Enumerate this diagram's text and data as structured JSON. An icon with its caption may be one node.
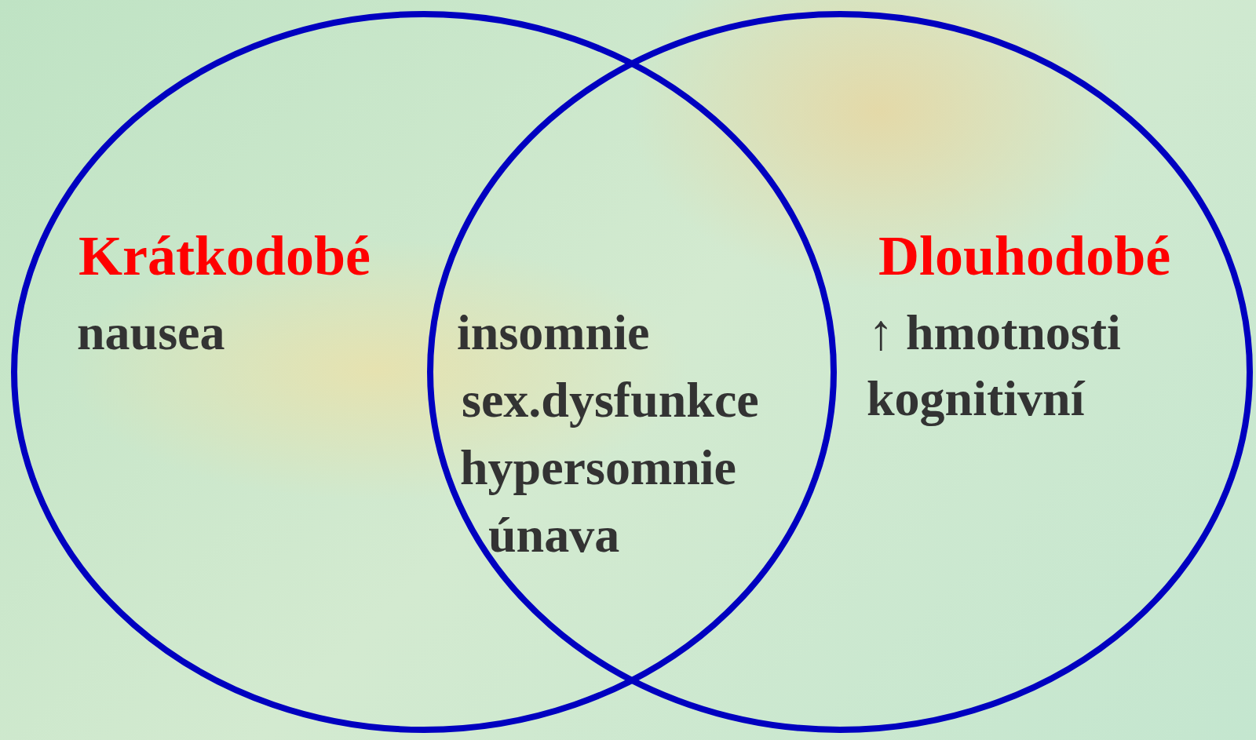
{
  "diagram": {
    "nodes": [
      {
        "text": [
          "Krátkodobé",
          "nausea"
        ]
      },
      {
        "text": [
          "Dlouhodobé",
          "↑ hmotnosti",
          "kognitivní"
        ]
      }
    ],
    "labels": [
      "insomnie",
      "sex.dysfunkce",
      "hypersomnie",
      "únava"
    ]
  }
}
